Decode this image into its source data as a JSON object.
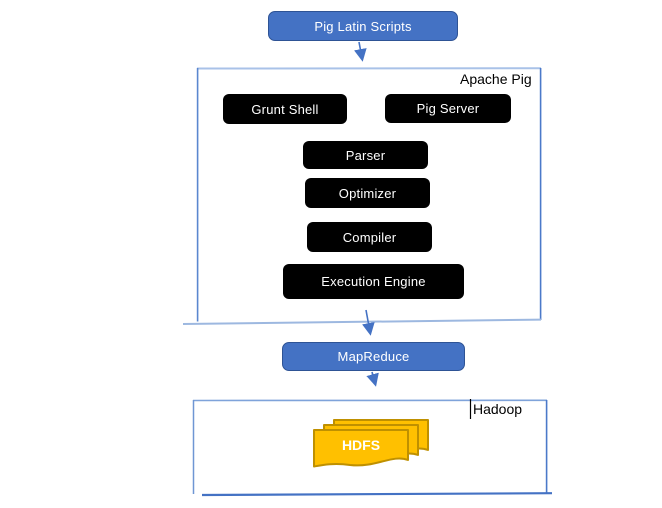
{
  "diagram": {
    "nodes": {
      "pig_latin_scripts": "Pig Latin Scripts",
      "apache_pig": "Apache Pig",
      "grunt_shell": "Grunt Shell",
      "pig_server": "Pig Server",
      "parser": "Parser",
      "optimizer": "Optimizer",
      "compiler": "Compiler",
      "execution_engine": "Execution Engine",
      "mapreduce": "MapReduce",
      "hadoop": "Hadoop",
      "hdfs": "HDFS"
    },
    "edges": [
      {
        "from": "Pig Latin Scripts",
        "to": "Apache Pig"
      },
      {
        "from": "Execution Engine",
        "to": "MapReduce"
      },
      {
        "from": "MapReduce",
        "to": "Hadoop"
      }
    ],
    "colors": {
      "node_blue_fill": "#4472C4",
      "node_blue_border": "#2E5395",
      "node_black_fill": "#000000",
      "container_border_blue": "#4B79C9",
      "container_border_light": "#A9C2E8",
      "arrow_blue": "#4472C4",
      "hdfs_fill": "#FFC000",
      "hdfs_border": "#BF9000",
      "text_white": "#FFFFFF",
      "text_black": "#000000"
    }
  }
}
